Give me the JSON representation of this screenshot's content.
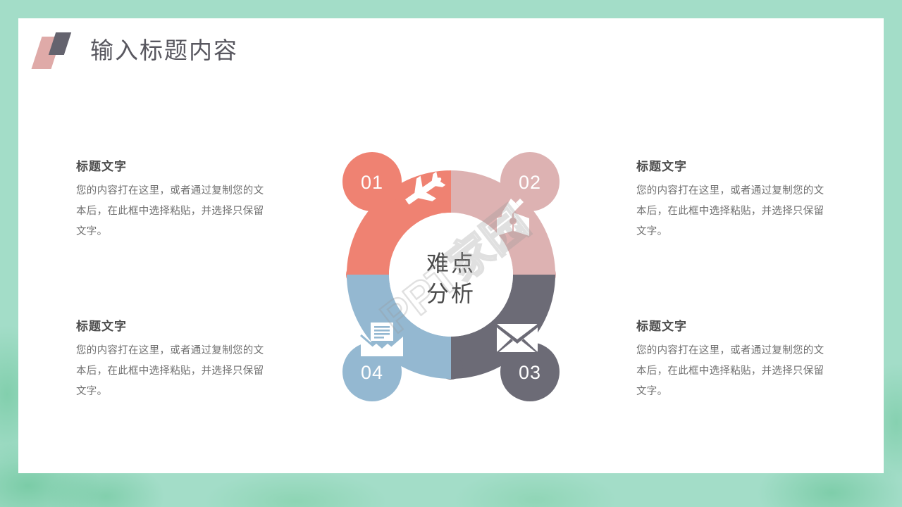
{
  "slide": {
    "title": "输入标题内容",
    "border_color": "#a3ddc8",
    "card_color": "#ffffff"
  },
  "logo": {
    "pink_color": "#dfaaa8",
    "gray_color": "#64636e"
  },
  "diagram": {
    "center_line1": "难点",
    "center_line2": "分析",
    "segments": [
      {
        "number": "01",
        "position": "top-left",
        "color": "#ef8272",
        "icon": "airplane-icon"
      },
      {
        "number": "02",
        "position": "top-right",
        "color": "#ddb2b2",
        "icon": "book-pen-icon"
      },
      {
        "number": "03",
        "position": "bottom-right",
        "color": "#6c6b76",
        "icon": "envelope-closed-icon"
      },
      {
        "number": "04",
        "position": "bottom-left",
        "color": "#94b8d1",
        "icon": "envelope-open-icon"
      }
    ]
  },
  "blocks": [
    {
      "heading": "标题文字",
      "body": "您的内容打在这里，或者通过复制您的文本后，在此框中选择粘贴，并选择只保留文字。"
    },
    {
      "heading": "标题文字",
      "body": "您的内容打在这里，或者通过复制您的文本后，在此框中选择粘贴，并选择只保留文字。"
    },
    {
      "heading": "标题文字",
      "body": "您的内容打在这里，或者通过复制您的文本后，在此框中选择粘贴，并选择只保留文字。"
    },
    {
      "heading": "标题文字",
      "body": "您的内容打在这里，或者通过复制您的文本后，在此框中选择粘贴，并选择只保留文字。"
    }
  ],
  "watermark": {
    "text": "PPT家园"
  }
}
